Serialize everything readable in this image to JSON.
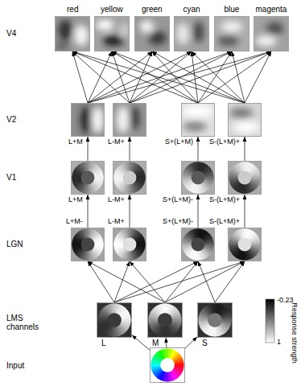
{
  "diagram": {
    "nodes": [
      {
        "text": [
          "red"
        ]
      },
      {
        "text": [
          "yellow"
        ]
      },
      {
        "text": [
          "green"
        ]
      },
      {
        "text": [
          "cyan"
        ]
      },
      {
        "text": [
          "blue"
        ]
      },
      {
        "text": [
          "magenta"
        ]
      },
      {
        "text": [
          "L+M"
        ]
      },
      {
        "text": [
          "L-M+"
        ]
      },
      {
        "text": [
          "S+(L+M)"
        ]
      },
      {
        "text": [
          "S-(L+M)+"
        ]
      },
      {
        "text": [
          "L+M"
        ]
      },
      {
        "text": [
          "L-M+"
        ]
      },
      {
        "text": [
          "S+(L+M)-"
        ]
      },
      {
        "text": [
          "S-(L+M)+"
        ]
      },
      {
        "text": [
          "L+M-"
        ]
      },
      {
        "text": [
          "L-M+"
        ]
      },
      {
        "text": [
          "S+(L+M)-"
        ]
      },
      {
        "text": [
          "S-(L+M)+"
        ]
      },
      {
        "text": [
          "L"
        ]
      },
      {
        "text": [
          "M"
        ]
      },
      {
        "text": [
          "S"
        ]
      },
      {
        "text": [
          "Input"
        ]
      }
    ],
    "edges": [
      {
        "from": 21,
        "to": 18,
        "arrow": "to"
      },
      {
        "from": 21,
        "to": 19,
        "arrow": "to"
      },
      {
        "from": 21,
        "to": 20,
        "arrow": "to"
      },
      {
        "from": 18,
        "to": 14,
        "arrow": "to"
      },
      {
        "from": 18,
        "to": 15,
        "arrow": "to"
      },
      {
        "from": 18,
        "to": 16,
        "arrow": "to"
      },
      {
        "from": 18,
        "to": 17,
        "arrow": "to"
      },
      {
        "from": 19,
        "to": 14,
        "arrow": "to"
      },
      {
        "from": 19,
        "to": 15,
        "arrow": "to"
      },
      {
        "from": 19,
        "to": 16,
        "arrow": "to"
      },
      {
        "from": 19,
        "to": 17,
        "arrow": "to"
      },
      {
        "from": 20,
        "to": 16,
        "arrow": "to"
      },
      {
        "from": 20,
        "to": 17,
        "arrow": "to"
      },
      {
        "from": 14,
        "to": 10,
        "arrow": "to"
      },
      {
        "from": 15,
        "to": 11,
        "arrow": "to"
      },
      {
        "from": 16,
        "to": 12,
        "arrow": "to"
      },
      {
        "from": 17,
        "to": 13,
        "arrow": "to"
      },
      {
        "from": 10,
        "to": 6,
        "arrow": "to"
      },
      {
        "from": 11,
        "to": 7,
        "arrow": "to"
      },
      {
        "from": 12,
        "to": 8,
        "arrow": "to"
      },
      {
        "from": 13,
        "to": 9,
        "arrow": "to"
      },
      {
        "from": 6,
        "to": 0,
        "arrow": "to"
      },
      {
        "from": 6,
        "to": 1,
        "arrow": "to"
      },
      {
        "from": 6,
        "to": 2,
        "arrow": "to"
      },
      {
        "from": 6,
        "to": 3,
        "arrow": "to"
      },
      {
        "from": 6,
        "to": 4,
        "arrow": "to"
      },
      {
        "from": 6,
        "to": 5,
        "arrow": "to"
      },
      {
        "from": 7,
        "to": 0,
        "arrow": "to"
      },
      {
        "from": 7,
        "to": 1,
        "arrow": "to"
      },
      {
        "from": 7,
        "to": 2,
        "arrow": "to"
      },
      {
        "from": 7,
        "to": 3,
        "arrow": "to"
      },
      {
        "from": 7,
        "to": 4,
        "arrow": "to"
      },
      {
        "from": 7,
        "to": 5,
        "arrow": "to"
      },
      {
        "from": 8,
        "to": 0,
        "arrow": "to"
      },
      {
        "from": 8,
        "to": 1,
        "arrow": "to"
      },
      {
        "from": 8,
        "to": 2,
        "arrow": "to"
      },
      {
        "from": 8,
        "to": 3,
        "arrow": "to"
      },
      {
        "from": 8,
        "to": 4,
        "arrow": "to"
      },
      {
        "from": 8,
        "to": 5,
        "arrow": "to"
      },
      {
        "from": 9,
        "to": 0,
        "arrow": "to"
      },
      {
        "from": 9,
        "to": 1,
        "arrow": "to"
      },
      {
        "from": 9,
        "to": 2,
        "arrow": "to"
      },
      {
        "from": 9,
        "to": 3,
        "arrow": "to"
      },
      {
        "from": 9,
        "to": 4,
        "arrow": "to"
      },
      {
        "from": 9,
        "to": 5,
        "arrow": "to"
      }
    ],
    "labels": [
      "V4",
      "V2",
      "V1",
      "LGN",
      "LMS channels",
      "-0.23",
      "1",
      "Response strength"
    ]
  }
}
